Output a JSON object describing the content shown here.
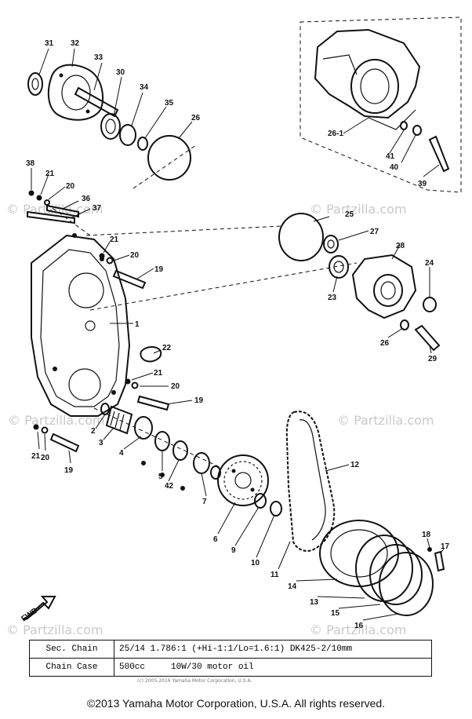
{
  "watermark": "© Partzilla.com",
  "small_copyright": "(c) 2005-2016 Yamaha Motor Corporation, U.S.A.",
  "footer": "©2013 Yamaha Motor Corporation, U.S.A. All rights reserved.",
  "fwd_label": "FWD",
  "callouts": {
    "c1": "1",
    "c2": "2",
    "c3": "3",
    "c4": "4",
    "c5": "5",
    "c6": "6",
    "c7": "7",
    "c9": "9",
    "c10": "10",
    "c11": "11",
    "c12": "12",
    "c13": "13",
    "c14": "14",
    "c15": "15",
    "c16": "16",
    "c17": "17",
    "c18": "18",
    "c19": "19",
    "c20": "20",
    "c21": "21",
    "c22": "22",
    "c23": "23",
    "c24": "24",
    "c25": "25",
    "c26": "26",
    "c27": "27",
    "c28": "28",
    "c29": "29",
    "c30": "30",
    "c31": "31",
    "c32": "32",
    "c33": "33",
    "c34": "34",
    "c35": "35",
    "c36": "36",
    "c37": "37",
    "c38": "38",
    "c39": "39",
    "c40": "40",
    "c41": "41",
    "c42": "42",
    "c261": "26-1"
  },
  "specs": [
    {
      "label": "Sec. Chain",
      "value": "25/14 1.786:1 (+Hi-1:1/Lo=1.6:1) DK425-2/10mm"
    },
    {
      "label": "Chain Case",
      "value": "500cc     10W/30 motor oil"
    }
  ]
}
